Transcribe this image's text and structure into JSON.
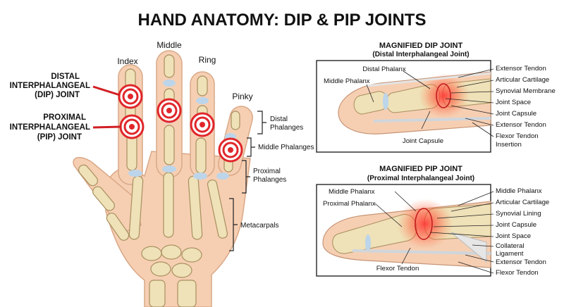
{
  "title": "HAND ANATOMY: DIP & PIP JOINTS",
  "fingers": {
    "index": "Index",
    "middle": "Middle",
    "ring": "Ring",
    "pinky": "Pinky"
  },
  "callouts": {
    "dip": [
      "DISTAL",
      "INTERPHALANGEAL",
      "(DIP) JOINT"
    ],
    "pip": [
      "PROXIMAL",
      "INTERPHALANGEAL",
      "(PIP) JOINT"
    ]
  },
  "bones": {
    "distal": [
      "Distal",
      "Phalanges"
    ],
    "middle": "Middle Phalanges",
    "proximal": [
      "Proximal",
      "Phalanges"
    ],
    "metacarpals": "Metacarpals"
  },
  "dip_panel": {
    "title": "MAGNIFIED DIP JOINT",
    "subtitle": "(Distal Interphalangeal Joint)",
    "left_labels": [
      "Distal Phalanx",
      "Middle Phalanx",
      "Joint Capsule"
    ],
    "right_labels": [
      "Extensor Tendon",
      "Articular Cartilage",
      "Synovial Membrane",
      "Joint Space",
      "Joint Capsule",
      "Extensor Tendon",
      "Flexor Tendon",
      "Insertion"
    ]
  },
  "pip_panel": {
    "title": "MAGNIFIED PIP JOINT",
    "subtitle": "(Proximal Interphalangeal Joint)",
    "left_labels": [
      "Middle Phalanx",
      "Proximal Phalanx",
      "Flexor Tendon"
    ],
    "right_labels": [
      "Middle Phalanx",
      "Articular Cartilage",
      "Synovial Lining",
      "Joint Capsule",
      "Joint Space",
      "Collateral",
      "Ligament",
      "Extensor Tendon",
      "Flexor Tendon"
    ]
  },
  "colors": {
    "skin": "#f6cfb3",
    "bone": "#efe1b8",
    "cartilage": "#bcd5ea",
    "joint_red": "#e0262b",
    "panel_border": "#333333"
  }
}
